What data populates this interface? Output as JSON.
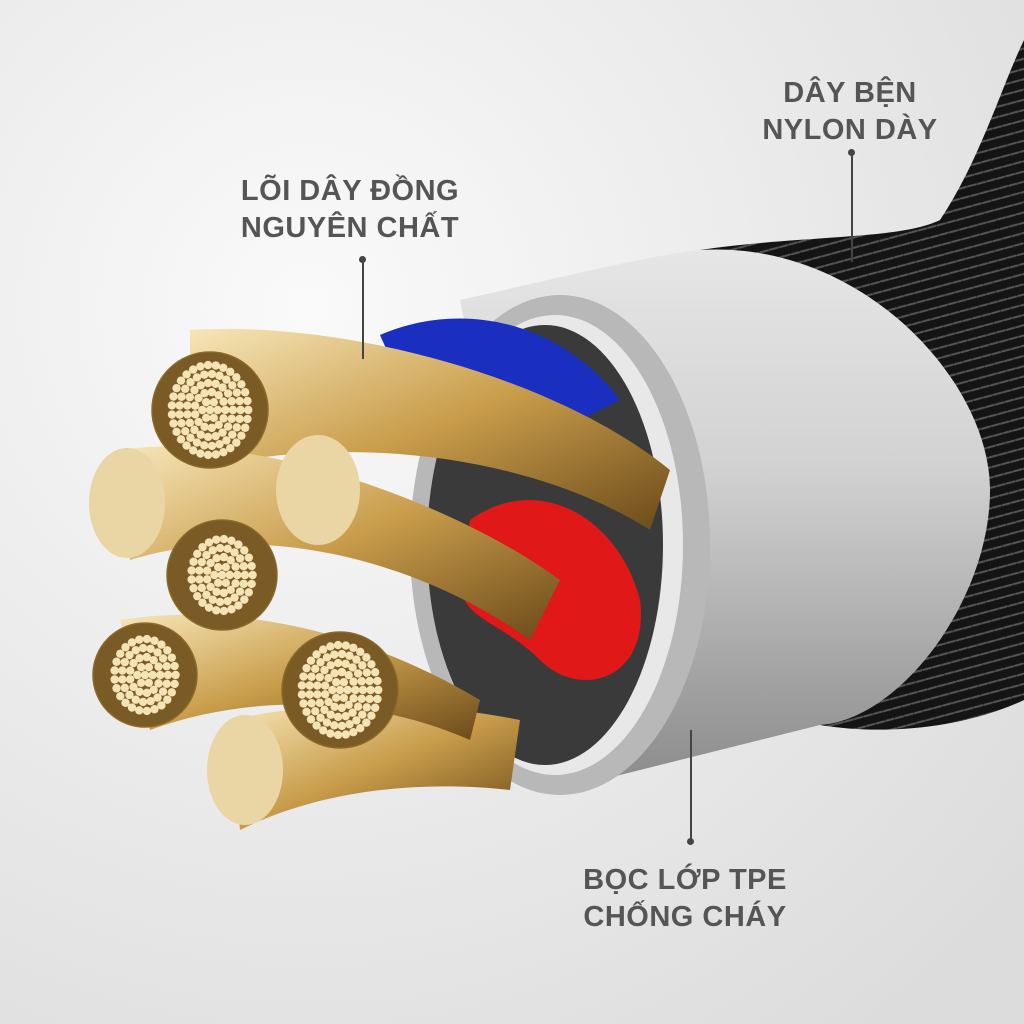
{
  "labels": {
    "braid": {
      "line1": "DÂY BỆN",
      "line2": "NYLON DÀY"
    },
    "core": {
      "line1": "LÕI DÂY ĐỒNG",
      "line2": "NGUYÊN CHẤT"
    },
    "jacket": {
      "line1": "BỌC LỚP TPE",
      "line2": "CHỐNG CHÁY"
    }
  },
  "colors": {
    "background": "#f1f1f1",
    "braid": "#1a1a1a",
    "sleeve": "#c9c9c9",
    "copper": "#d9b878",
    "red_insulation": "#e01818",
    "blue_insulation": "#1a2fc0",
    "text": "#555555"
  }
}
